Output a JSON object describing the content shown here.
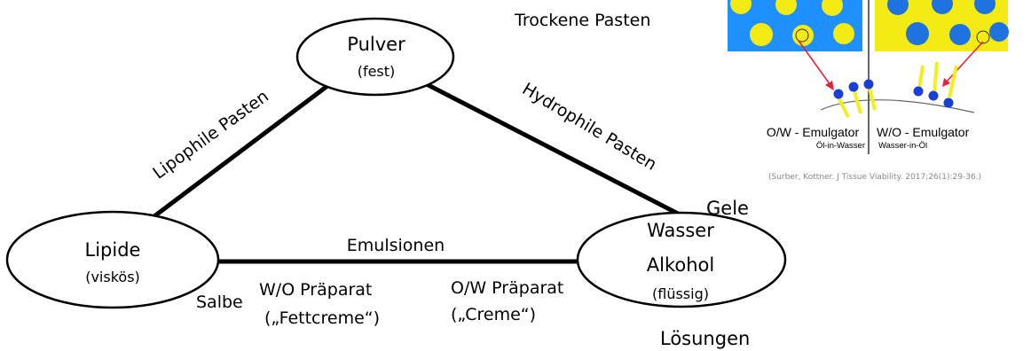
{
  "nodes": {
    "pulver": {
      "name": "Pulver",
      "state": "(fest)"
    },
    "lipide": {
      "name": "Lipide",
      "state": "(viskös)"
    },
    "wasser": {
      "line1": "Wasser",
      "line2": "Alkohol",
      "state": "(flüssig)"
    }
  },
  "edges": {
    "lipophil": "Lipophile Pasten",
    "hydrophil": "Hydrophile Pasten",
    "emulsionen": "Emulsionen"
  },
  "labels": {
    "trockene_pasten": "Trockene Pasten",
    "gele": "Gele",
    "loesungen": "Lösungen",
    "salbe": "Salbe",
    "wo_praeparat": "W/O Präparat",
    "fettcreme": "(„Fettcreme“)",
    "ow_praeparat": "O/W Präparat",
    "creme": "(„Creme“)"
  },
  "emulsion_figure": {
    "ow_title": "O/W - Emulgator",
    "ow_sub": "Öl-in-Wasser",
    "wo_title": "W/O - Emulgator",
    "wo_sub": "Wasser-in-Öl",
    "reference": "(Surber, Kottner. J Tissue Viability. 2017;26(1):29-36.)",
    "colors": {
      "water": "#1e90ff",
      "oil": "#f5eb14",
      "droplet_blue": "#1a3fd6",
      "arrow": "#e8213a",
      "tail": "#f0f01e"
    }
  }
}
